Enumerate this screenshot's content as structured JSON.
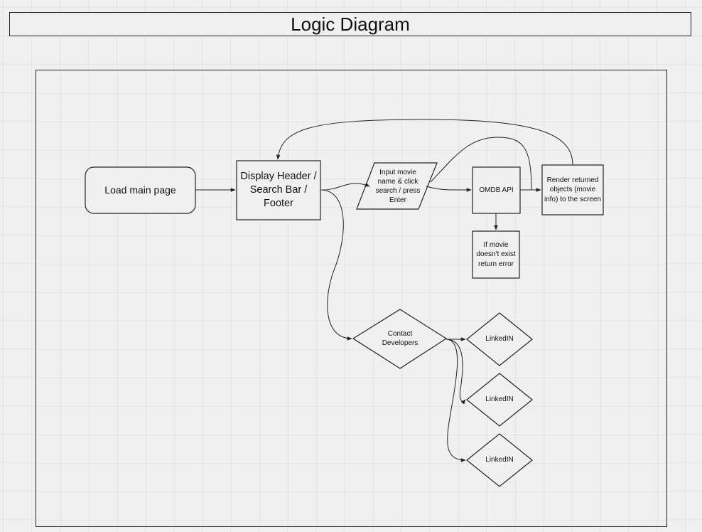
{
  "title": "Logic Diagram",
  "nodes": {
    "load_main_page": "Load main page",
    "display_header": "Display Header / Search Bar / Footer",
    "input_movie": "Input movie name & click search / press Enter",
    "omdb_api": "OMDB API",
    "render_results": "Render returned objects (movie info) to the screen",
    "movie_not_exist": "If movie doesn't exist return error",
    "contact_developers": "Contact Developers",
    "linkedin_1": "LinkedIN",
    "linkedin_2": "LinkedIN",
    "linkedin_3": "LinkedIN"
  },
  "colors": {
    "stroke": "#222222",
    "background": "#f0f0f0",
    "grid": "#e3e3e3"
  }
}
